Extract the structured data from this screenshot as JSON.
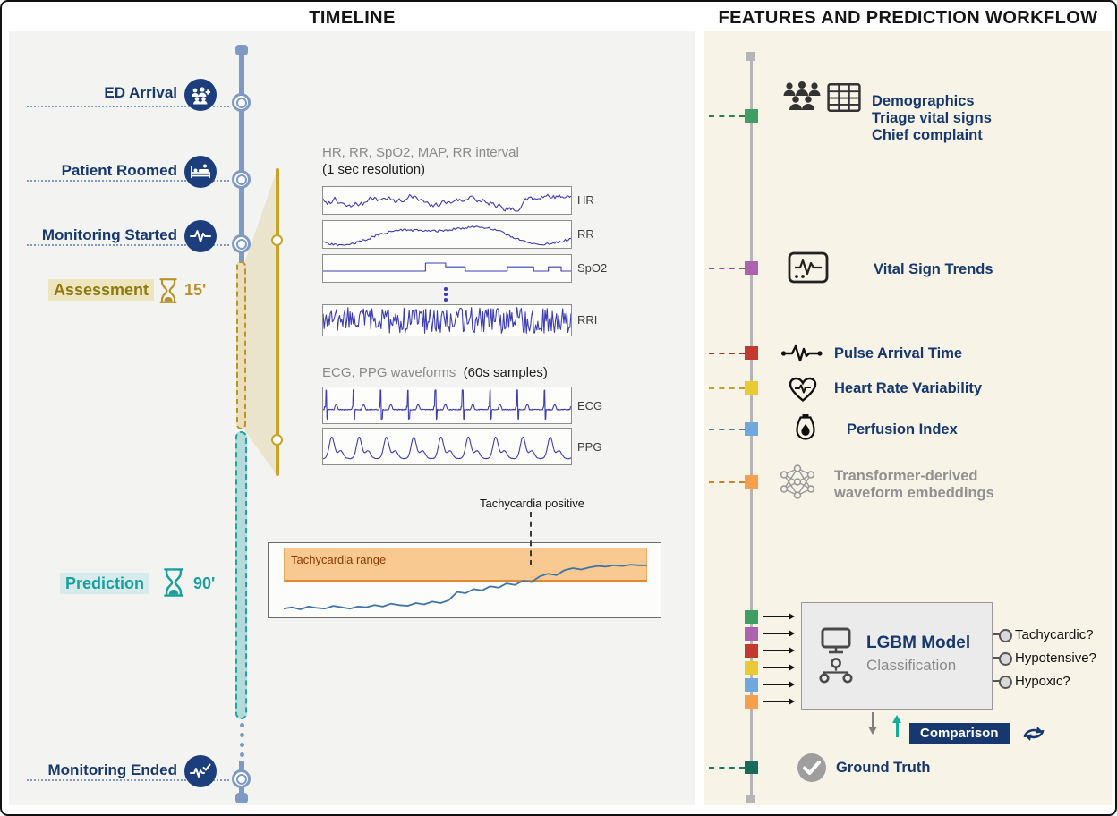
{
  "colors": {
    "navy": "#16386e",
    "timeline_blue": "#7d99c4",
    "gold": "#c9a227",
    "teal": "#1fa3a3",
    "waveform_blue": "#3c3cb4",
    "trend_blue": "#3f74a8",
    "band_orange": "#f8c990",
    "feature_green": "#3f9e63",
    "feature_purple": "#ad62ad",
    "feature_red": "#c23a2e",
    "feature_yellow": "#e8ca35",
    "feature_blue": "#6fa8dc",
    "feature_orange": "#f6a04e",
    "ground_truth_teal": "#186a5b"
  },
  "timeline": {
    "title": "TIMELINE",
    "events": {
      "ed_arrival": "ED Arrival",
      "patient_roomed": "Patient Roomed",
      "monitoring_started": "Monitoring Started",
      "monitoring_ended": "Monitoring Ended"
    },
    "phases": {
      "assessment": {
        "label": "Assessment",
        "duration": "15'"
      },
      "prediction": {
        "label": "Prediction",
        "duration": "90'"
      }
    },
    "vitals": {
      "header": "HR, RR, SpO2, MAP, RR interval",
      "subheader": "(1 sec resolution)",
      "channels": [
        "HR",
        "RR",
        "SpO2",
        "RRI"
      ]
    },
    "waveforms": {
      "header": "ECG, PPG waveforms",
      "subheader": "(60s samples)",
      "channels": [
        "ECG",
        "PPG"
      ]
    },
    "outcome": {
      "annotation": "Tachycardia positive",
      "range_label": "Tachycardia range",
      "trend": [
        0.1,
        0.12,
        0.09,
        0.13,
        0.11,
        0.1,
        0.14,
        0.12,
        0.1,
        0.13,
        0.12,
        0.15,
        0.13,
        0.17,
        0.15,
        0.14,
        0.18,
        0.16,
        0.2,
        0.18,
        0.22,
        0.34,
        0.32,
        0.38,
        0.36,
        0.42,
        0.4,
        0.46,
        0.44,
        0.5,
        0.48,
        0.56,
        0.6,
        0.58,
        0.65,
        0.68,
        0.66,
        0.69,
        0.71,
        0.7,
        0.72,
        0.71,
        0.73,
        0.72,
        0.72
      ]
    }
  },
  "workflow": {
    "title": "FEATURES AND PREDICTION WORKFLOW",
    "features": [
      {
        "lines": [
          "Demographics",
          "Triage vital signs",
          "Chief complaint"
        ]
      },
      {
        "lines": [
          "Vital Sign Trends"
        ]
      },
      {
        "lines": [
          "Pulse Arrival Time"
        ]
      },
      {
        "lines": [
          "Heart Rate Variability"
        ]
      },
      {
        "lines": [
          "Perfusion Index"
        ]
      },
      {
        "lines": [
          "Transformer-derived",
          "waveform embeddings"
        ]
      }
    ],
    "model": {
      "name": "LGBM Model",
      "subtitle": "Classification",
      "outputs": [
        "Tachycardic?",
        "Hypotensive?",
        "Hypoxic?"
      ]
    },
    "comparison": "Comparison",
    "ground_truth": "Ground Truth"
  }
}
